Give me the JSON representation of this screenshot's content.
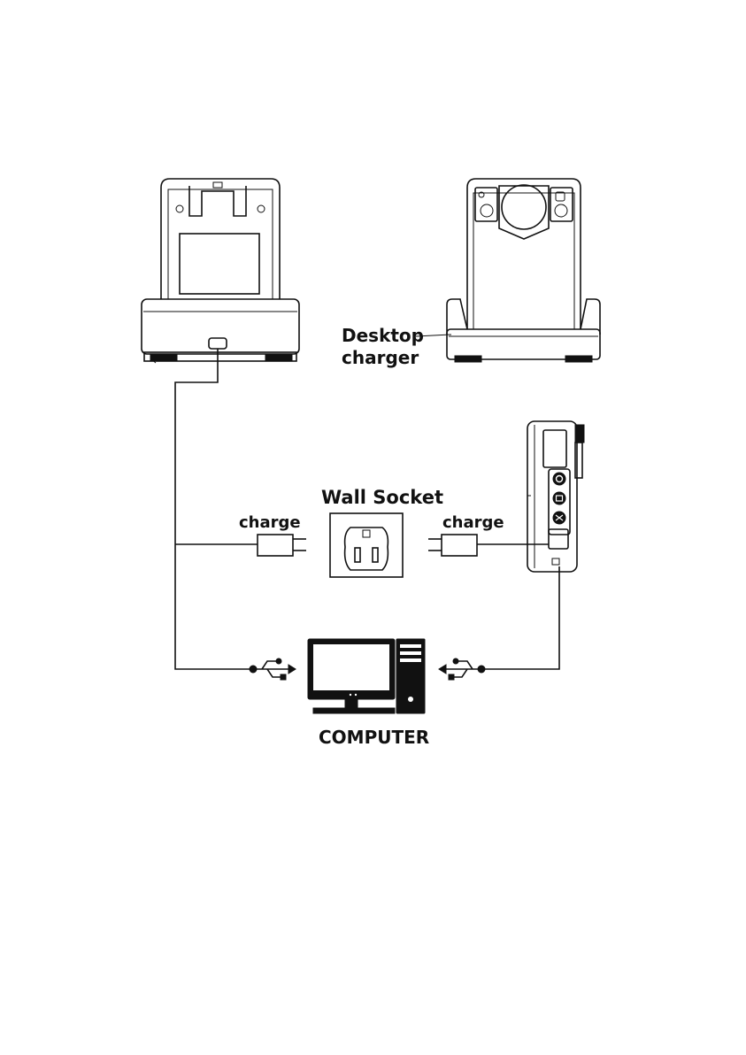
{
  "labels": {
    "desktop_charger_line1": "Desktop",
    "desktop_charger_line2": "charger",
    "wall_socket": "Wall Socket",
    "charge_left": "charge",
    "charge_right": "charge",
    "computer": "COMPUTER"
  },
  "icons": {
    "usb_left": "usb-icon",
    "usb_right": "usb-icon",
    "camera_side_buttons": [
      "power-button",
      "record-button",
      "snapshot-button"
    ]
  }
}
